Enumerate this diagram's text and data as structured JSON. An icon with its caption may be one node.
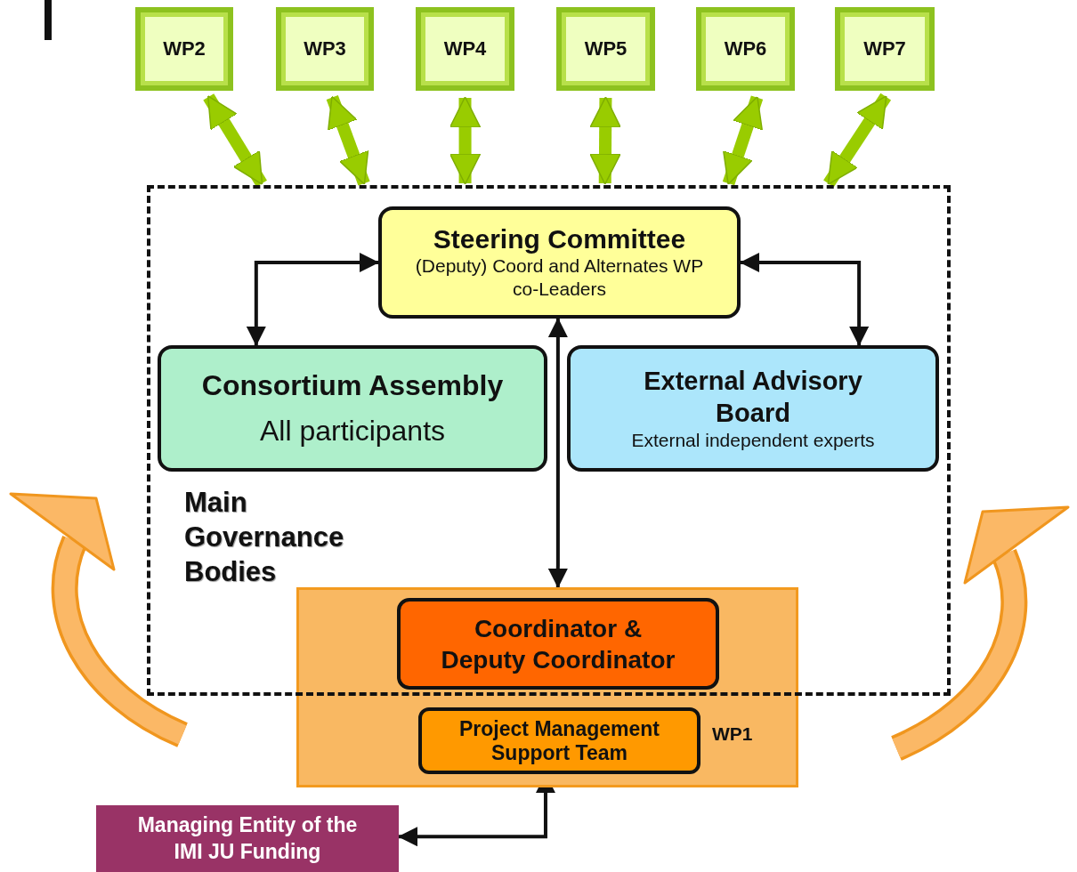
{
  "diagram": {
    "nodes": [
      {
        "text": [
          "WP2"
        ]
      },
      {
        "text": [
          "WP3"
        ]
      },
      {
        "text": [
          "WP4"
        ]
      },
      {
        "text": [
          "WP5"
        ]
      },
      {
        "text": [
          "WP6"
        ]
      },
      {
        "text": [
          "WP7"
        ]
      },
      {
        "text": [
          "Main Governance Bodies"
        ]
      },
      {
        "text": [
          "Steering Committee",
          "(Deputy) Coord and Alternates WP co-Leaders"
        ],
        "in": 6
      },
      {
        "text": [
          "Consortium Assembly",
          "All participants"
        ],
        "in": 6
      },
      {
        "text": [
          "External Advisory Board",
          "External independent experts"
        ],
        "in": 6
      },
      {
        "text": [
          "WP1"
        ]
      },
      {
        "text": [
          "Coordinator & Deputy Coordinator"
        ]
      },
      {
        "text": [
          "Project Management Support Team"
        ],
        "in": 10
      },
      {
        "text": [
          "Managing Entity of the IMI JU Funding"
        ]
      }
    ],
    "edges": [
      {
        "from": 0,
        "to": 6,
        "arrow": "both"
      },
      {
        "from": 1,
        "to": 6,
        "arrow": "both"
      },
      {
        "from": 2,
        "to": 6,
        "arrow": "both"
      },
      {
        "from": 3,
        "to": 6,
        "arrow": "both"
      },
      {
        "from": 4,
        "to": 6,
        "arrow": "both"
      },
      {
        "from": 5,
        "to": 6,
        "arrow": "both"
      },
      {
        "from": 7,
        "to": 8,
        "arrow": "both",
        "color": "#111111"
      },
      {
        "from": 7,
        "to": 9,
        "arrow": "both",
        "color": "#111111"
      },
      {
        "from": 7,
        "to": 10,
        "arrow": "both",
        "color": "#111111"
      },
      {
        "from": 12,
        "to": 13,
        "arrow": "both",
        "color": "#111111"
      }
    ]
  }
}
